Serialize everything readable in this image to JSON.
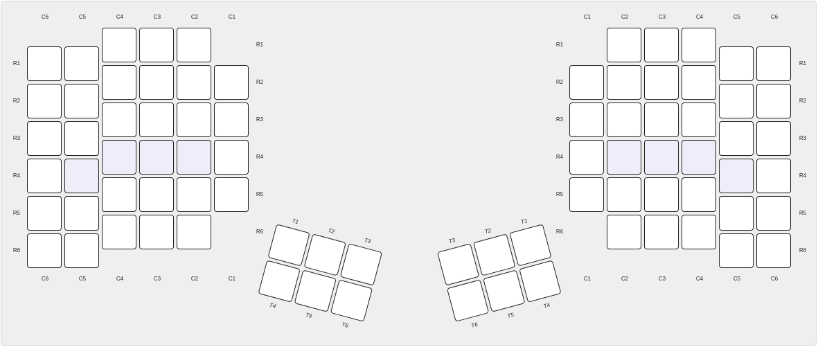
{
  "keyboard": {
    "left": {
      "column_labels": [
        "C6",
        "C5",
        "C4",
        "C3",
        "C2",
        "C1"
      ],
      "row_labels": [
        "R1",
        "R2",
        "R3",
        "R4",
        "R5",
        "R6"
      ],
      "thumb_labels": [
        "T1",
        "T2",
        "T3",
        "T4",
        "T5",
        "T6"
      ]
    },
    "right": {
      "column_labels": [
        "C1",
        "C2",
        "C3",
        "C4",
        "C5",
        "C6"
      ],
      "row_labels": [
        "R1",
        "R2",
        "R3",
        "R4",
        "R5",
        "R6"
      ],
      "thumb_labels": [
        "T1",
        "T2",
        "T3",
        "T4",
        "T5",
        "T6"
      ]
    },
    "highlight_color": "#eeeefb",
    "key_color": "#ffffff",
    "home_row_highlighted": "R4"
  }
}
